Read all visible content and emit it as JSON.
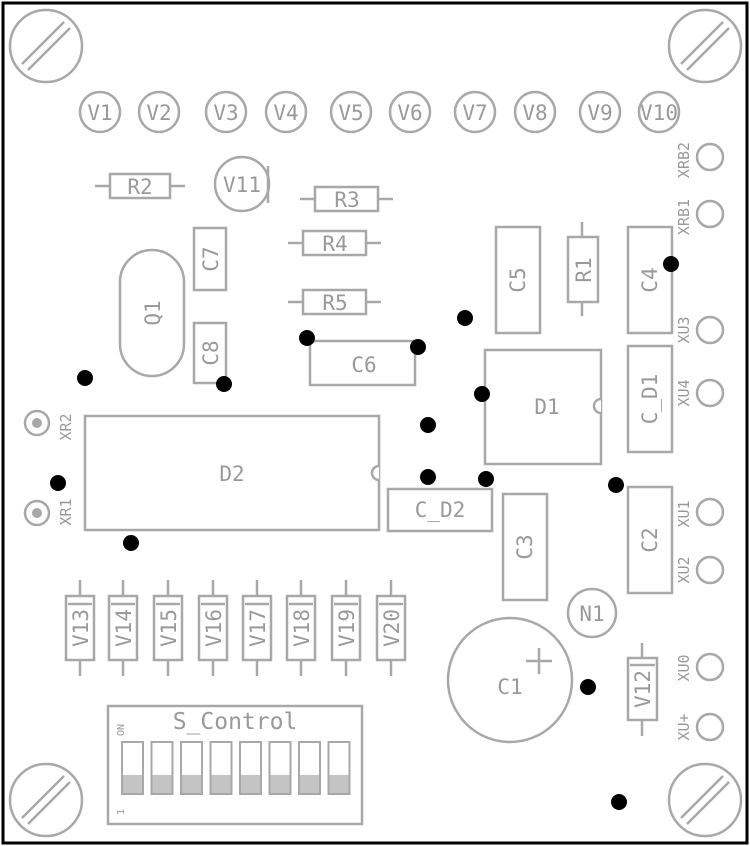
{
  "board": {
    "components": {
      "top_leds": [
        "V1",
        "V2",
        "V3",
        "V4",
        "V5",
        "V6",
        "V7",
        "V8",
        "V9",
        "V10"
      ],
      "v11": "V11",
      "resistors": [
        "R2",
        "R3",
        "R4",
        "R5"
      ],
      "r1": "R1",
      "caps": [
        "C7",
        "C8",
        "C6",
        "C5",
        "C4",
        "C_D1",
        "C_D2",
        "C3",
        "C2"
      ],
      "q1": "Q1",
      "d1": "D1",
      "d2": "D2",
      "n1": "N1",
      "c1": "C1",
      "c1_plus": "+",
      "v12": "V12",
      "bottom_leds": [
        "V13",
        "V14",
        "V15",
        "V16",
        "V17",
        "V18",
        "V19",
        "V20"
      ]
    },
    "connectors": [
      "XRB2",
      "XRB1",
      "XU3",
      "XU4",
      "XU1",
      "XU2",
      "XU0",
      "XU+"
    ],
    "left_connectors": [
      "XR2",
      "XR1"
    ],
    "dip_switch": {
      "label": "S_Control",
      "on_label": "ON",
      "one_label": "1",
      "positions": 8
    }
  }
}
